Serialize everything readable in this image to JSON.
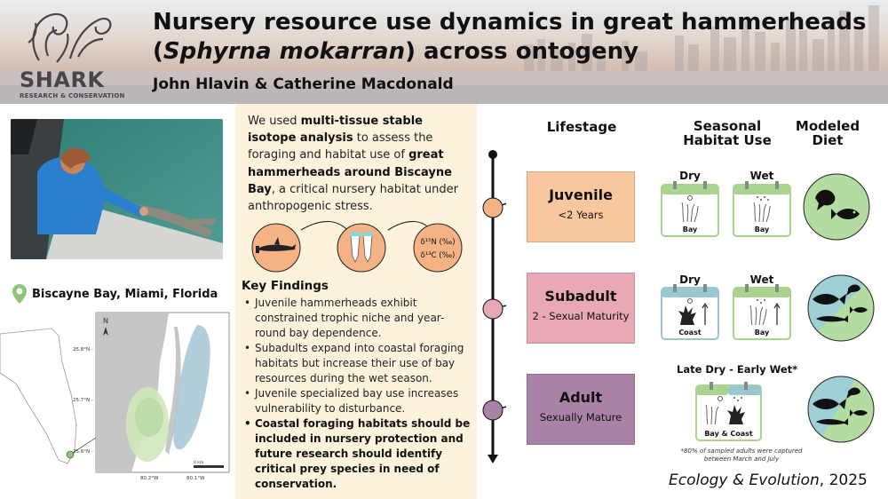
{
  "header": {
    "title_line1": "Nursery resource use dynamics in great hammerheads",
    "title_line2_pre": "(",
    "title_line2_italic": "Sphyrna mokarran",
    "title_line2_post": ") across ontogeny",
    "authors": "John Hlavin & Catherine Macdonald",
    "logo_word": "SHARK",
    "logo_sub": "RESEARCH & CONSERVATION"
  },
  "location": {
    "label": "Biscayne Bay, Miami, Florida",
    "map_lat_ticks": [
      "25.8°N -",
      "25.7°N -",
      "25.6°N -"
    ],
    "map_lon_ticks": [
      "80.2°W",
      "80.1°W"
    ],
    "scale_label": "0 km"
  },
  "intro": {
    "t1": "We used ",
    "b1": "multi-tissue stable isotope analysis",
    "t2": " to assess the foraging and habitat use of ",
    "b2": "great hammerheads around Biscayne Bay",
    "t3": ", a critical nursery habitat under anthropogenic stress."
  },
  "isotopes": {
    "n15": "δ¹⁵N (‰)",
    "c13": "δ¹³C (‰)"
  },
  "key_findings": {
    "title": "Key Findings",
    "items": [
      "Juvenile hammerheads exhibit constrained trophic niche and year-round bay dependence.",
      "Subadults expand into coastal foraging habitats but increase their use of bay resources during the wet season.",
      "Juvenile specialized bay use increases vulnerability to disturbance."
    ],
    "strong_item": "Coastal foraging habitats should be included in nursery protection and future research should identify critical prey species in need of conservation."
  },
  "columns": {
    "lifestage": "Lifestage",
    "seasonal_l1": "Seasonal",
    "seasonal_l2": "Habitat Use",
    "diet_l1": "Modeled",
    "diet_l2": "Diet"
  },
  "stages": [
    {
      "name": "Juvenile",
      "sub": "<2 Years",
      "fill": "#f9c79e"
    },
    {
      "name": "Subadult",
      "sub": "2 - Sexual Maturity",
      "fill": "#e8a8b4"
    },
    {
      "name": "Adult",
      "sub": "Sexually Mature",
      "fill": "#a883a5"
    }
  ],
  "seasons": {
    "dry": "Dry",
    "wet": "Wet"
  },
  "habitats": {
    "bay": "Bay",
    "coast": "Coast",
    "bay_coast": "Bay & Coast"
  },
  "adult_season": "Late Dry - Early Wet*",
  "footnote": "*80% of sampled adults were captured between March and July",
  "journal": {
    "name": "Ecology & Evolution",
    "year": ", 2025"
  },
  "colors": {
    "panel_bg": "#fdf3dd",
    "diet_green": "#b4dca0",
    "diet_blue": "#9fcfd6",
    "calendar_green": "#a9d38f",
    "calendar_blue": "#9ac7cf",
    "node_fill": "#f5b285",
    "timeline": "#111111"
  }
}
